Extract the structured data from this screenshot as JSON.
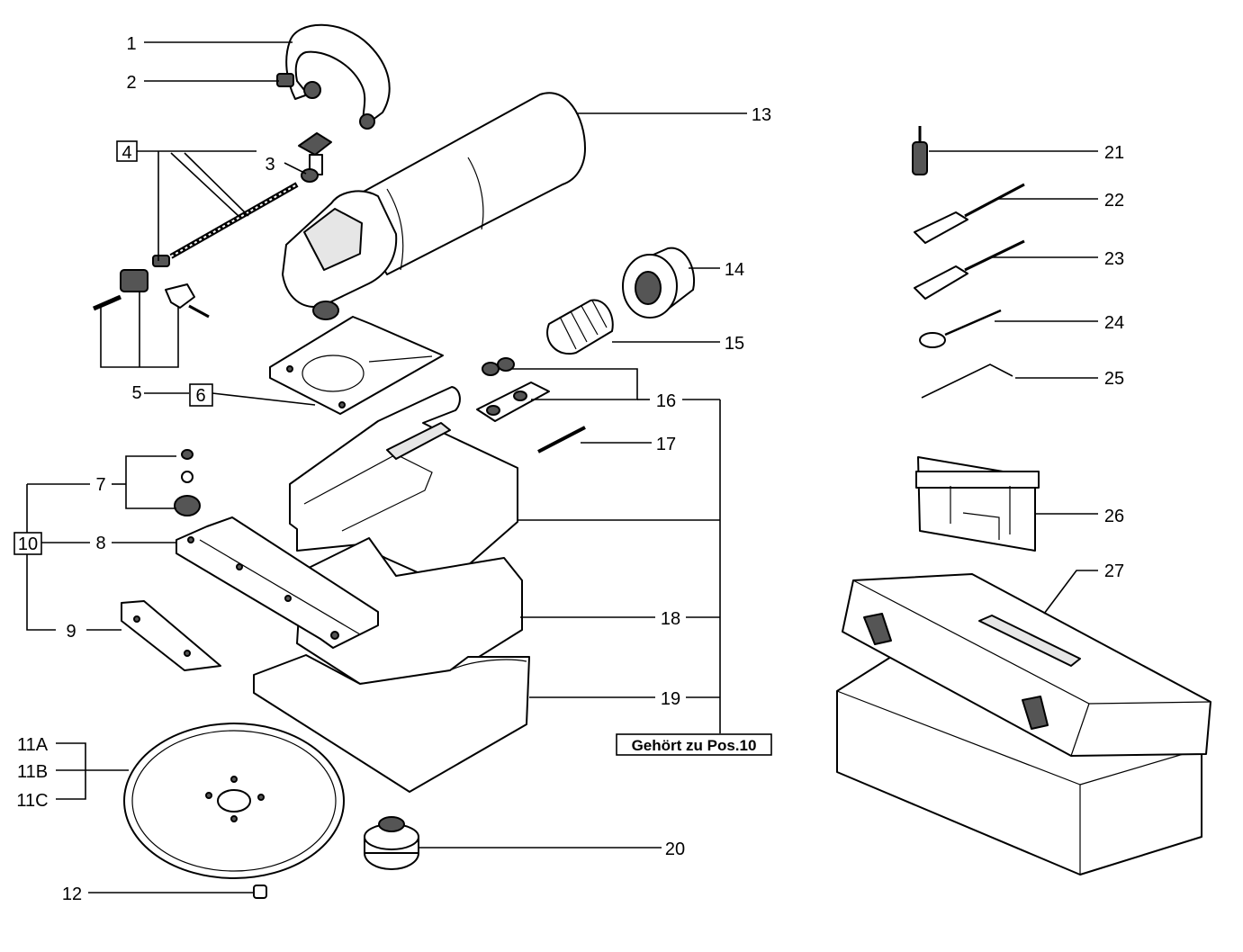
{
  "labels": {
    "l1": "1",
    "l2": "2",
    "l3": "3",
    "l4": "4",
    "l5": "5",
    "l6": "6",
    "l7": "7",
    "l8": "8",
    "l9": "9",
    "l10": "10",
    "l11a": "11A",
    "l11b": "11B",
    "l11c": "11C",
    "l12": "12",
    "l13": "13",
    "l14": "14",
    "l15": "15",
    "l16": "16",
    "l17": "17",
    "l18": "18",
    "l19": "19",
    "l20": "20",
    "l21": "21",
    "l22": "22",
    "l23": "23",
    "l24": "24",
    "l25": "25",
    "l26": "26",
    "l27": "27"
  },
  "note": "Gehört zu Pos.10"
}
